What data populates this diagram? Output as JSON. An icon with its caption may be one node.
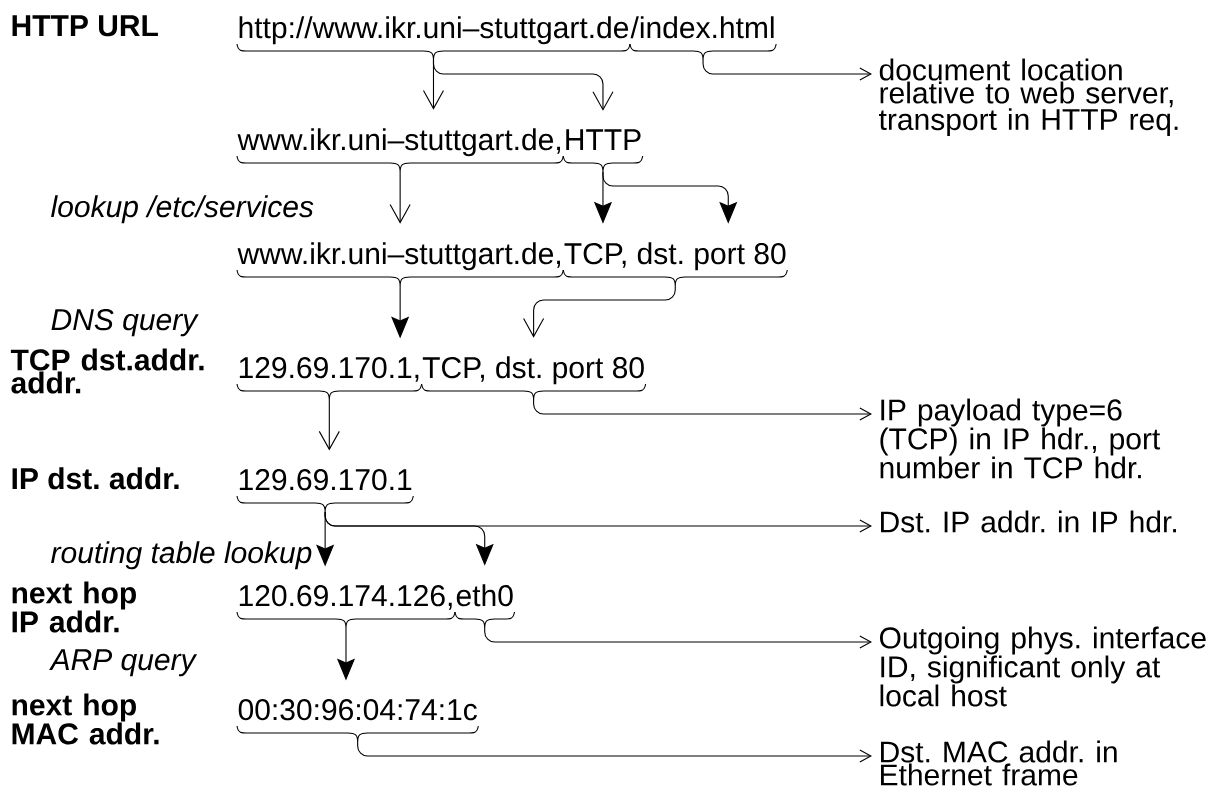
{
  "diagram": {
    "nodes": [
      {
        "text": [
          "http://www.ikr.uni–stuttgart.de"
        ]
      },
      {
        "text": [
          "/index.html"
        ]
      },
      {
        "text": [
          "www.ikr.uni–stuttgart.de,"
        ]
      },
      {
        "text": [
          "HTTP"
        ]
      },
      {
        "text": [
          "www.ikr.uni–stuttgart.de,"
        ]
      },
      {
        "text": [
          "TCP, dst. port 80"
        ]
      },
      {
        "text": [
          "129.69.170.1,"
        ]
      },
      {
        "text": [
          "TCP, dst. port 80"
        ]
      },
      {
        "text": [
          "129.69.170.1"
        ]
      },
      {
        "text": [
          "120.69.174.126,"
        ]
      },
      {
        "text": [
          "eth0"
        ]
      },
      {
        "text": [
          "00:30:96:04:74:1c"
        ]
      },
      {
        "text": [
          "document location relative to web server, transport in HTTP req."
        ]
      },
      {
        "text": [
          "IP payload type=6 (TCP) in IP hdr., port number in TCP hdr."
        ]
      },
      {
        "text": [
          "Dst. IP addr. in IP hdr."
        ]
      },
      {
        "text": [
          "Outgoing phys. interface ID, significant only at local host"
        ]
      },
      {
        "text": [
          "Dst. MAC addr. in Ethernet frame"
        ]
      }
    ],
    "edges": [
      {
        "from": 0,
        "to": 2,
        "arrow": "to"
      },
      {
        "from": 0,
        "to": 3,
        "arrow": "to"
      },
      {
        "from": 1,
        "to": 12,
        "arrow": "to"
      },
      {
        "from": 2,
        "to": 4,
        "arrow": "to"
      },
      {
        "from": 3,
        "to": 5,
        "arrow": "to"
      },
      {
        "from": 3,
        "to": 5,
        "arrow": "to"
      },
      {
        "from": 4,
        "to": 6,
        "arrow": "to"
      },
      {
        "from": 5,
        "to": 7,
        "arrow": "to"
      },
      {
        "from": 7,
        "to": 13,
        "arrow": "to"
      },
      {
        "from": 6,
        "to": 8,
        "arrow": "to"
      },
      {
        "from": 8,
        "to": 9,
        "arrow": "to"
      },
      {
        "from": 8,
        "to": 10,
        "arrow": "to"
      },
      {
        "from": 8,
        "to": 14,
        "arrow": "to"
      },
      {
        "from": 9,
        "to": 11,
        "arrow": "to"
      },
      {
        "from": 10,
        "to": 15,
        "arrow": "to"
      },
      {
        "from": 11,
        "to": 16,
        "arrow": "to"
      }
    ],
    "labels": [
      "HTTP URL",
      "lookup /etc/services",
      "DNS query",
      "TCP dst.addr. addr.",
      "IP dst. addr.",
      "routing table lookup",
      "next hop IP addr.",
      "ARP query",
      "next hop MAC addr."
    ]
  }
}
